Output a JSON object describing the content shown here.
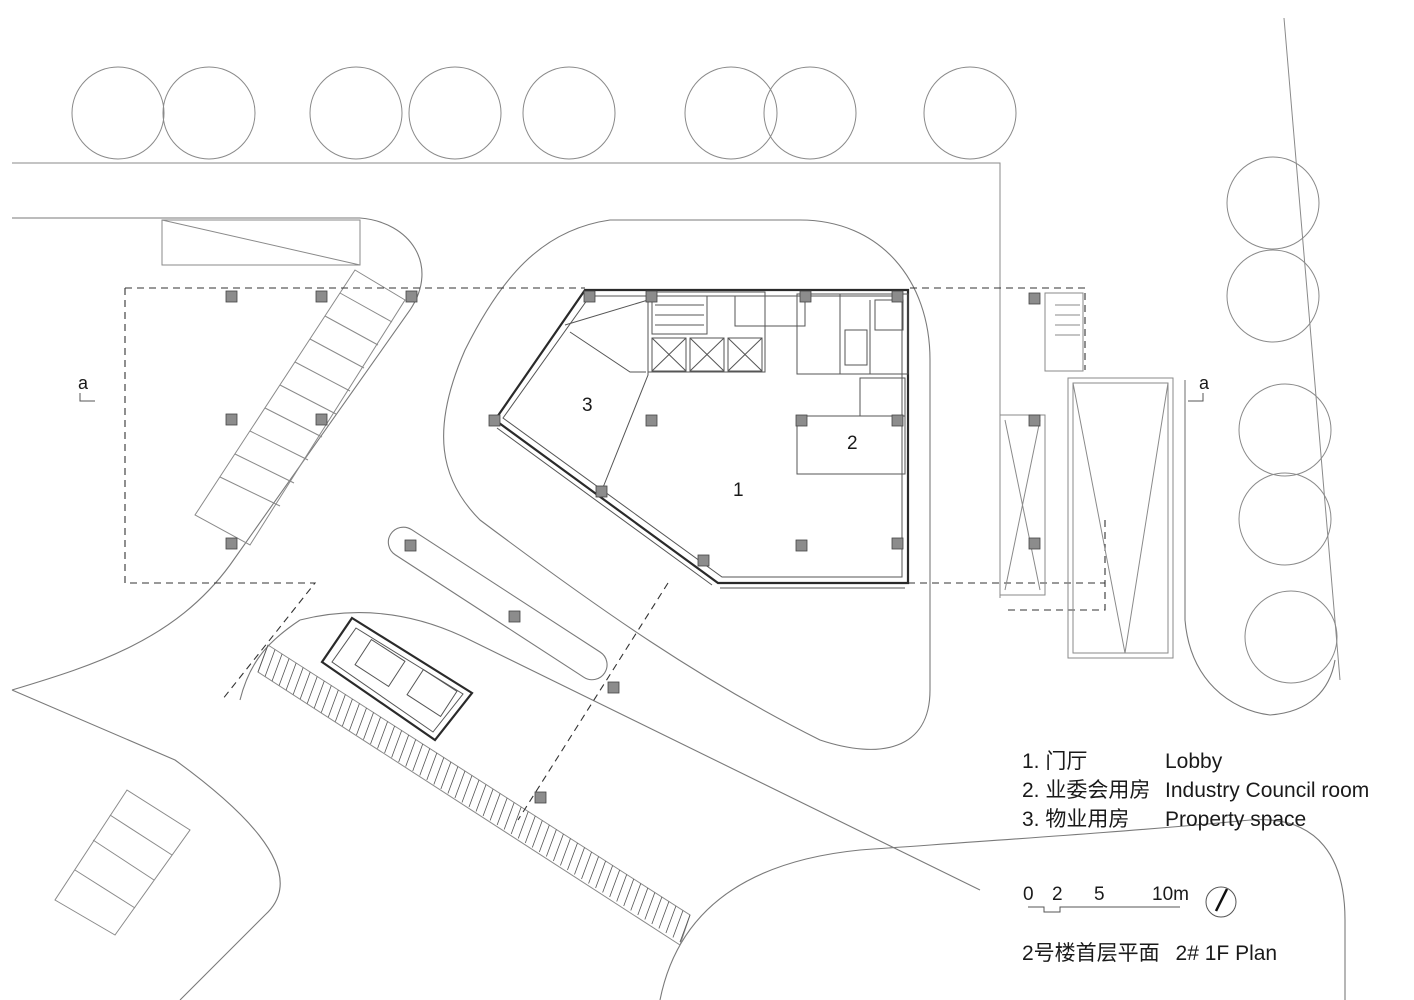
{
  "rooms": [
    {
      "num": "1"
    },
    {
      "num": "2"
    },
    {
      "num": "3"
    }
  ],
  "section_marks": [
    "a",
    "a"
  ],
  "legend": [
    {
      "cn": "1. 门厅",
      "en": "Lobby"
    },
    {
      "cn": "2. 业委会用房",
      "en": "Industry Council room"
    },
    {
      "cn": "3. 物业用房",
      "en": "Property space"
    }
  ],
  "scale_bar": {
    "labels": [
      "0",
      "2",
      "5",
      "10m"
    ]
  },
  "north_arrow": {
    "icon": "north-arrow-icon"
  },
  "title": {
    "cn": "2号楼首层平面",
    "en": "2# 1F Plan"
  }
}
